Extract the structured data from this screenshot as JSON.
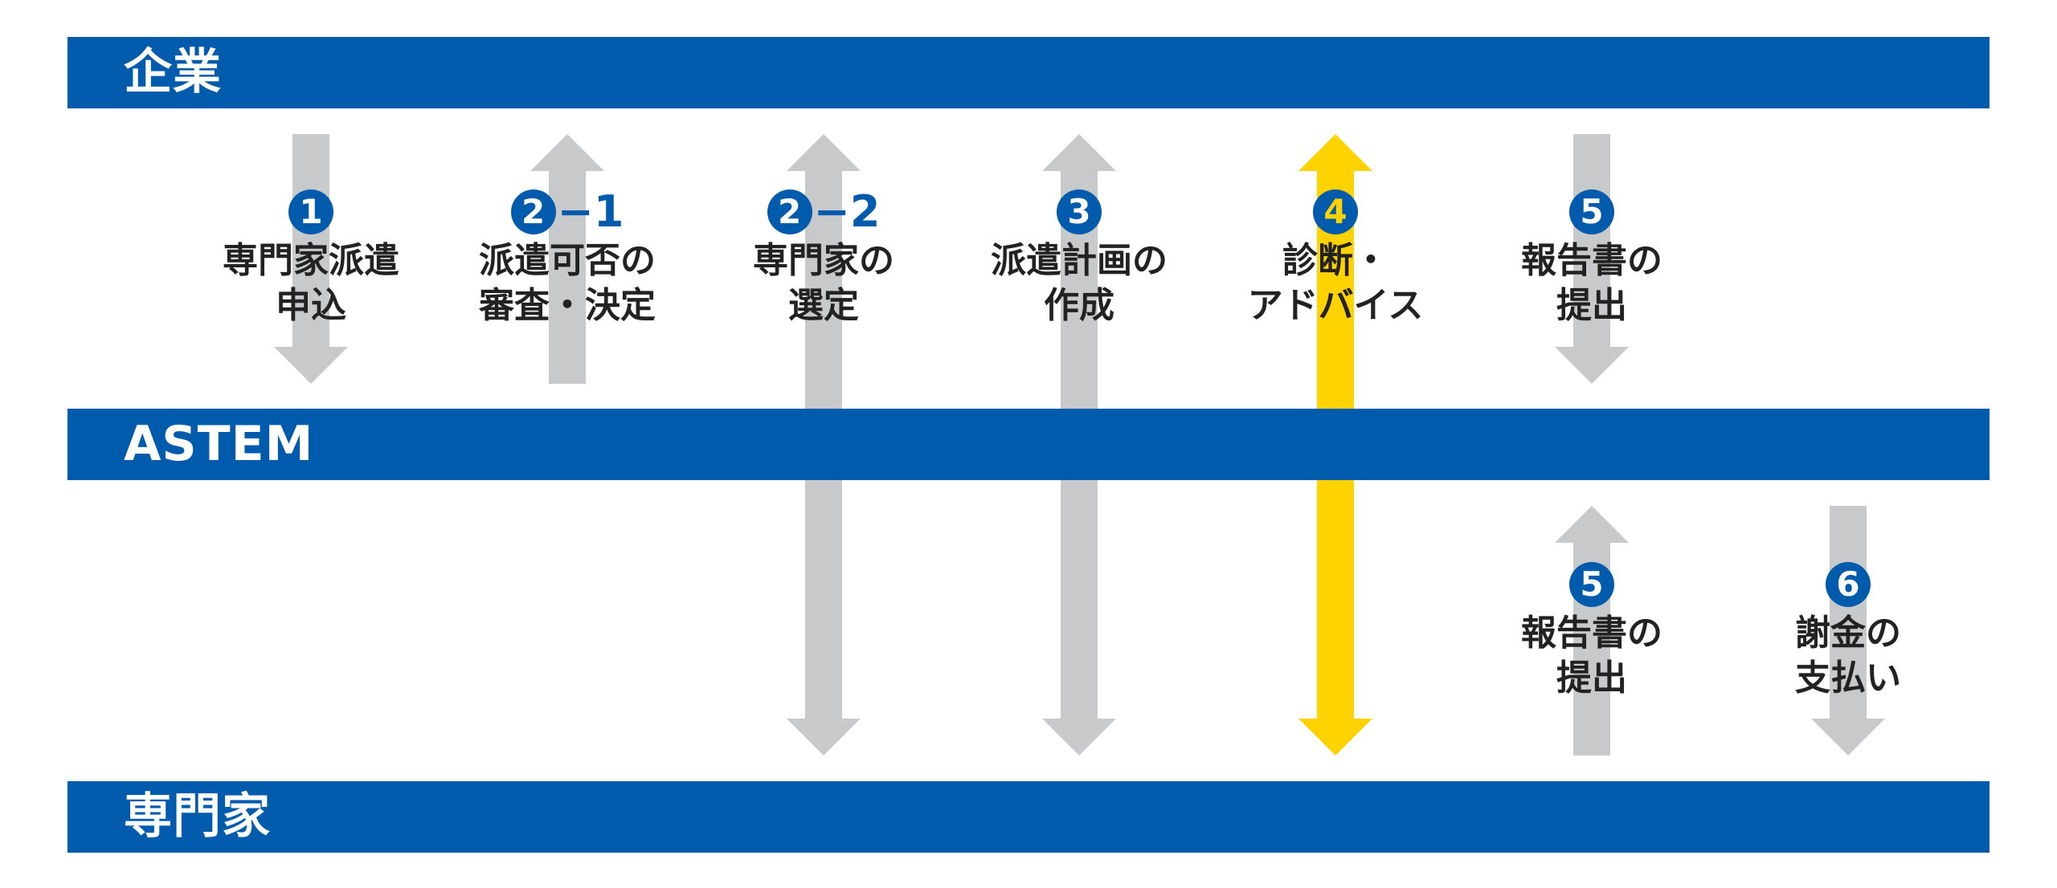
{
  "lanes": {
    "top": "企業",
    "middle": "ASTEM",
    "bottom": "専門家"
  },
  "colors": {
    "band": "#005bac",
    "arrow_gray": "#c8c9ca",
    "arrow_highlight": "#ffd200",
    "badge": "#005bac",
    "badge_highlight_text": "#ffd200",
    "text": "#222222"
  },
  "steps": [
    {
      "id": "s1",
      "num": "1",
      "suffix": "",
      "lines": [
        "専門家派遣",
        "申込"
      ]
    },
    {
      "id": "s21",
      "num": "2",
      "suffix": "−1",
      "lines": [
        "派遣可否の",
        "審査・決定"
      ]
    },
    {
      "id": "s22",
      "num": "2",
      "suffix": "−2",
      "lines": [
        "専門家の",
        "選定"
      ]
    },
    {
      "id": "s3",
      "num": "3",
      "suffix": "",
      "lines": [
        "派遣計画の",
        "作成"
      ]
    },
    {
      "id": "s4",
      "num": "4",
      "suffix": "",
      "lines": [
        "診断・",
        "アドバイス"
      ]
    },
    {
      "id": "s5a",
      "num": "5",
      "suffix": "",
      "lines": [
        "報告書の",
        "提出"
      ]
    },
    {
      "id": "s5b",
      "num": "5",
      "suffix": "",
      "lines": [
        "報告書の",
        "提出"
      ]
    },
    {
      "id": "s6",
      "num": "6",
      "suffix": "",
      "lines": [
        "謝金の",
        "支払い"
      ]
    }
  ]
}
